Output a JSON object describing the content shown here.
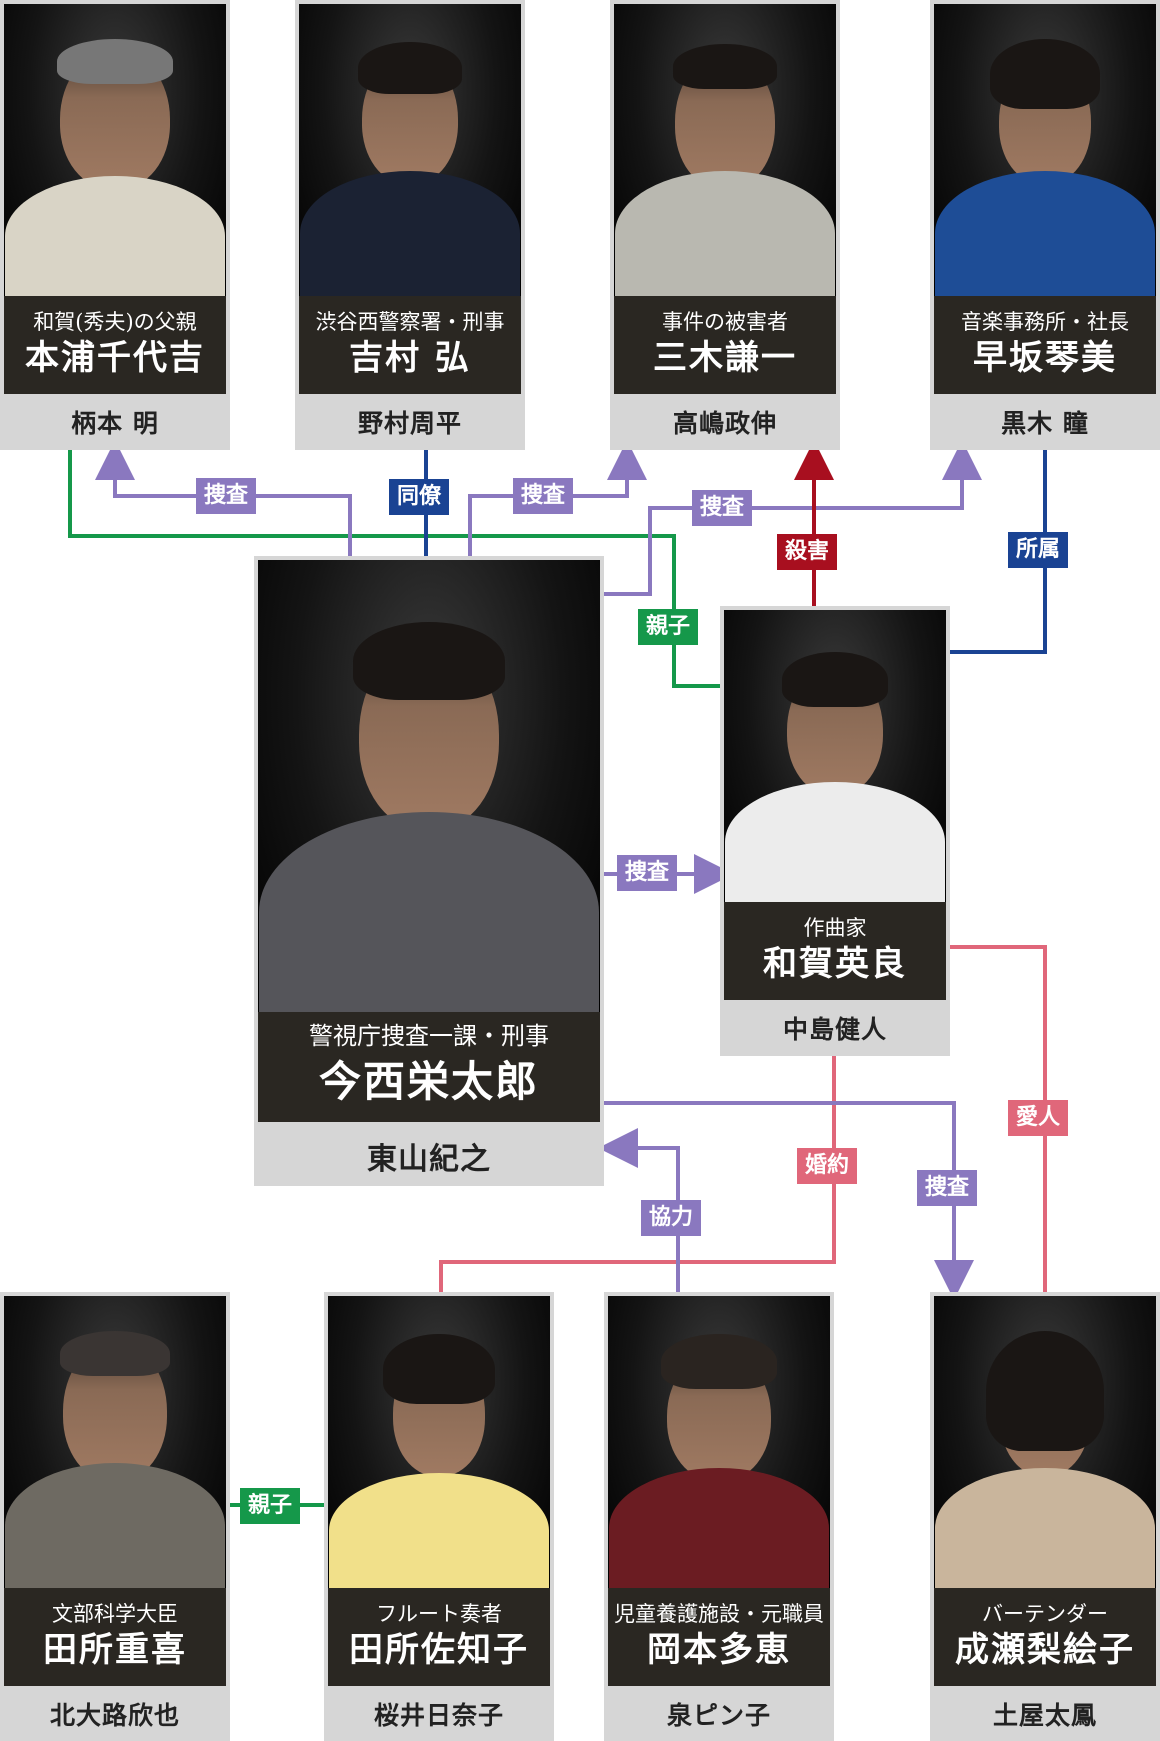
{
  "colors": {
    "investigate": "#8a78bf",
    "colleague": "#1a4393",
    "parent_child": "#15984a",
    "murder": "#a80f1f",
    "affiliation": "#1a4393",
    "romance": "#e0677a",
    "cooperation": "#8a78bf"
  },
  "cards": {
    "hommura": {
      "role": "和賀(秀夫)の父親",
      "name": "本浦千代吉",
      "actor": "柄本 明"
    },
    "yoshimura": {
      "role": "渋谷西警察署・刑事",
      "name": "吉村 弘",
      "actor": "野村周平"
    },
    "miki": {
      "role": "事件の被害者",
      "name": "三木謙一",
      "actor": "高嶋政伸"
    },
    "hayasaka": {
      "role": "音楽事務所・社長",
      "name": "早坂琴美",
      "actor": "黒木 瞳"
    },
    "imanishi": {
      "role": "警視庁捜査一課・刑事",
      "name": "今西栄太郎",
      "actor": "東山紀之"
    },
    "waga": {
      "role": "作曲家",
      "name": "和賀英良",
      "actor": "中島健人"
    },
    "tadokoro_s": {
      "role": "文部科学大臣",
      "name": "田所重喜",
      "actor": "北大路欣也"
    },
    "tadokoro_sachiko": {
      "role": "フルート奏者",
      "name": "田所佐知子",
      "actor": "桜井日奈子"
    },
    "okamoto": {
      "role": "児童養護施設・元職員",
      "name": "岡本多恵",
      "actor": "泉ピン子"
    },
    "naruse": {
      "role": "バーテンダー",
      "name": "成瀬梨絵子",
      "actor": "土屋太鳳"
    }
  },
  "relations": {
    "investigate_1": "捜査",
    "colleague": "同僚",
    "investigate_2": "捜査",
    "investigate_3": "捜査",
    "murder": "殺害",
    "affiliation": "所属",
    "parent_child_1": "親子",
    "investigate_4": "捜査",
    "romance": "愛人",
    "engagement": "婚約",
    "investigate_5": "捜査",
    "cooperation": "協力",
    "parent_child_2": "親子"
  },
  "icons": {
    "photo": "portrait-photo"
  }
}
